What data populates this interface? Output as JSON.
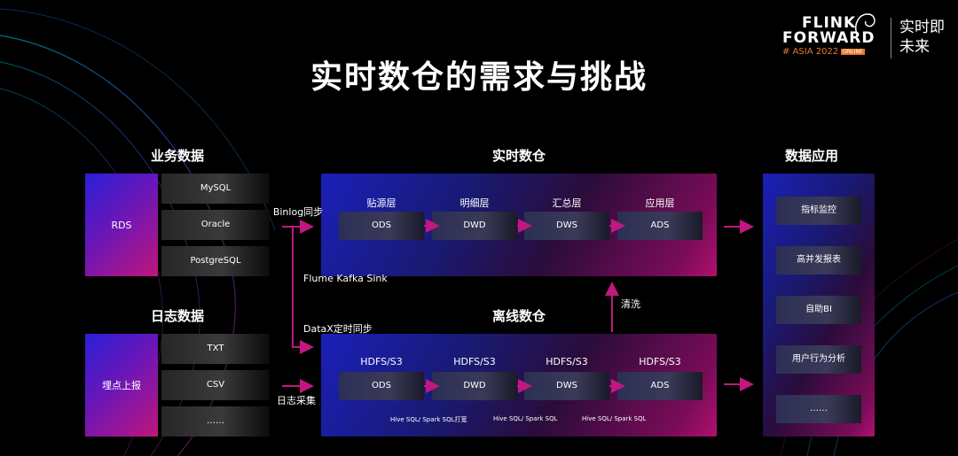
{
  "title": "实时数仓的需求与挑战",
  "logo": {
    "line1": "FLINK",
    "line2": "FORWARD",
    "line3": "# ASIA 2022",
    "badge": "ONLINE",
    "slogan_top": "实时即",
    "slogan_bottom": "未来"
  },
  "business": {
    "heading": "业务数据",
    "source": "RDS",
    "items": [
      "MySQL",
      "Oracle",
      "PostgreSQL"
    ]
  },
  "logs": {
    "heading": "日志数据",
    "source": "埋点上报",
    "items": [
      "TXT",
      "CSV",
      "……"
    ]
  },
  "flows": {
    "binlog": "Binlog同步",
    "flume": "Flume Kafka Sink",
    "datax": "DataX定时同步",
    "logcollect": "日志采集",
    "clean": "清洗"
  },
  "realtime": {
    "heading": "实时数仓",
    "layers": [
      {
        "name": "贴源层",
        "code": "ODS"
      },
      {
        "name": "明细层",
        "code": "DWD"
      },
      {
        "name": "汇总层",
        "code": "DWS"
      },
      {
        "name": "应用层",
        "code": "ADS"
      }
    ]
  },
  "offline": {
    "heading": "离线数仓",
    "layers": [
      {
        "name": "HDFS/S3",
        "code": "ODS"
      },
      {
        "name": "HDFS/S3",
        "code": "DWD"
      },
      {
        "name": "HDFS/S3",
        "code": "DWS"
      },
      {
        "name": "HDFS/S3",
        "code": "ADS"
      }
    ],
    "notes": [
      "Hive SQL/ Spark SQL打宽",
      "Hive SQL/ Spark SQL",
      "Hive SQL/ Spark SQL"
    ]
  },
  "apps": {
    "heading": "数据应用",
    "items": [
      "指标监控",
      "高并发报表",
      "自助BI",
      "用户行为分析",
      "……"
    ]
  },
  "colors": {
    "accent": "#c0187e",
    "logo_orange": "#e8782a"
  }
}
